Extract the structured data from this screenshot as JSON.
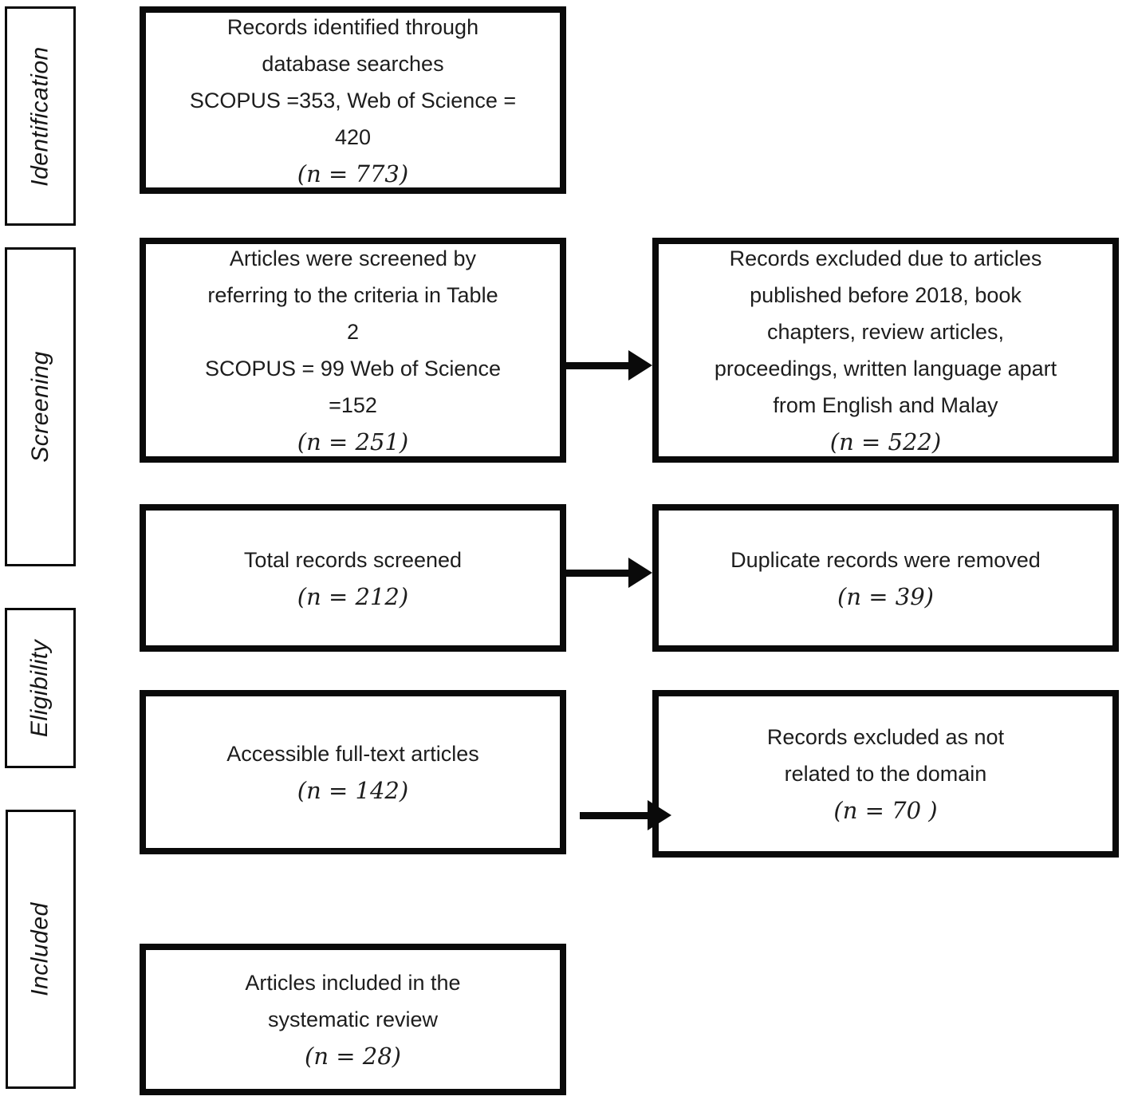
{
  "stages": [
    {
      "label": "Identification"
    },
    {
      "label": "Screening"
    },
    {
      "label": "Eligibility"
    },
    {
      "label": "Included"
    }
  ],
  "boxes": {
    "identified": {
      "lines": "Records identified through\ndatabase searches\nSCOPUS =353, Web of Science =\n420",
      "n": "(n = 773)"
    },
    "screened": {
      "lines": "Articles were screened by\nreferring to the criteria in Table\n2\nSCOPUS = 99 Web of Science\n=152",
      "n": "(n = 251)"
    },
    "excluded_criteria": {
      "lines": "Records excluded due to articles\npublished before 2018, book\nchapters, review articles,\nproceedings, written language apart\nfrom English and Malay",
      "n": "(n = 522)"
    },
    "total_screened": {
      "lines": "Total records screened",
      "n": "(n = 212)"
    },
    "duplicates_removed": {
      "lines": "Duplicate records were removed",
      "n": "(n = 39)"
    },
    "full_text": {
      "lines": "Accessible full-text articles",
      "n": "(n = 142)"
    },
    "excluded_domain": {
      "lines": "Records excluded as not\nrelated to the domain",
      "n": "(n = 70 )"
    },
    "included_review": {
      "lines": "Articles included in the\nsystematic review",
      "n": "(n = 28)"
    }
  }
}
